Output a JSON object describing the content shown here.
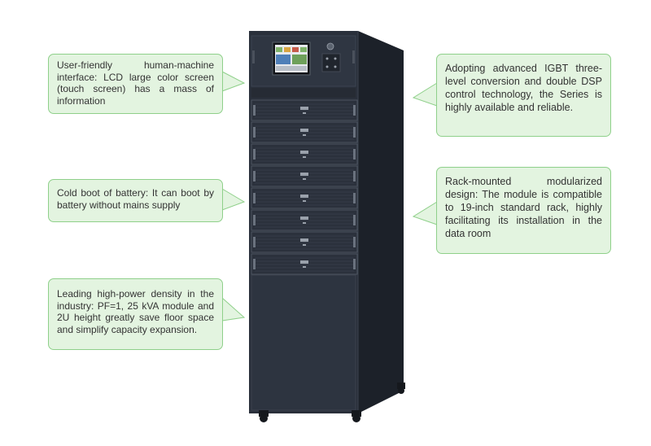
{
  "colors": {
    "callout_fill": "#e3f4e0",
    "callout_border": "#8fd08a",
    "cabinet_body": "#2a303b",
    "cabinet_side": "#1c2129"
  },
  "callouts": {
    "hmi": {
      "text": "User-friendly human-machine interface: LCD large color screen (touch screen) has a mass of information"
    },
    "cold_boot": {
      "text": "Cold boot of battery: It can boot by battery without mains supply"
    },
    "power_density": {
      "text": "Leading high-power density in the industry: PF=1, 25 kVA module and 2U height greatly save floor space and simplify capacity expansion."
    },
    "igbt": {
      "text": "Adopting advanced IGBT three-level conversion and double DSP control technology, the Series is highly available and reliable."
    },
    "rack": {
      "text": "Rack-mounted modularized design: The module is compatible to 19-inch standard rack, highly facilitating its installation in the data room"
    }
  },
  "product": {
    "icons": [
      "lcd-touch-screen",
      "power-module",
      "caster-wheel"
    ]
  }
}
